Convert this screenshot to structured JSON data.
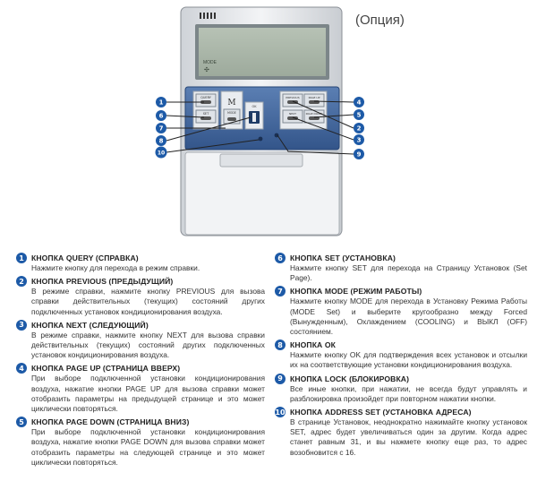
{
  "option_label": "(Опция)",
  "device": {
    "lcd_text": "MODE",
    "buttons": {
      "query": "QUERY",
      "set": "SET",
      "mode_m": "M",
      "mode": "MODE",
      "ok": "OK",
      "previous": "PREVIOUS",
      "page_up": "PAGE UP",
      "next": "NEXT",
      "page_down": "PAGE DOWN"
    },
    "callouts": [
      "1",
      "2",
      "3",
      "4",
      "5",
      "6",
      "7",
      "8",
      "9",
      "10"
    ]
  },
  "items": [
    {
      "num": "1",
      "title": "КНОПКА QUERY (СПРАВКА)",
      "desc": "Нажмите кнопку для перехода в режим справки."
    },
    {
      "num": "2",
      "title": "КНОПКА PREVIOUS (ПРЕДЫДУЩИЙ)",
      "desc": "В режиме справки, нажмите кнопку PREVIOUS для вызова справки действительных (текущих) состояний других подключенных установок кондиционирования воздуха."
    },
    {
      "num": "3",
      "title": "КНОПКА NEXT (СЛЕДУЮЩИЙ)",
      "desc": "В режиме справки, нажмите кнопку NEXT для вызова справки действительных (текущих) состояний других подключенных установок кондиционирования воздуха."
    },
    {
      "num": "4",
      "title": "КНОПКА PAGE UP (СТРАНИЦА ВВЕРХ)",
      "desc": "При выборе подключенной установки кондиционирования воздуха, нажатие кнопки PAGE UP для вызова справки может отобразить параметры на предыдущей странице и это может циклически повторяться."
    },
    {
      "num": "5",
      "title": "КНОПКА PAGE DOWN (СТРАНИЦА ВНИЗ)",
      "desc": "При выборе подключенной установки кондиционирования воздуха, нажатие кнопки PAGE DOWN для вызова справки может отобразить параметры на следующей странице и это может циклически повторяться."
    },
    {
      "num": "6",
      "title": "КНОПКА SET (УСТАНОВКА)",
      "desc": "Нажмите кнопку SET для перехода на Страницу Установок (Set Page)."
    },
    {
      "num": "7",
      "title": "КНОПКА MODE (РЕЖИМ РАБОТЫ)",
      "desc": "Нажмите кнопку MODE для перехода в Установку Режима Работы (MODE Set) и выберите кругообразно между Forced (Вынужденным), Охлаждением (COOLING) и ВЫКЛ (OFF) состоянием."
    },
    {
      "num": "8",
      "title": "КНОПКА ОК",
      "desc": "Нажмите кнопку OK для подтверждения всех установок и отсылки их на соответствующие установки кондиционирования воздуха."
    },
    {
      "num": "9",
      "title": "КНОПКА LOCK (БЛОКИРОВКА)",
      "desc": "Все иные кнопки, при нажатии, не всегда будут управлять и разблокировка произойдет при повторном нажатии кнопки."
    },
    {
      "num": "10",
      "title": "КНОПКА ADDRESS SET (УСТАНОВКА АДРЕСА)",
      "desc": "В странице Установок, неоднократно нажимайте кнопку установок SET, адрес будет увеличиваться один за другим. Когда адрес станет равным 31, и вы нажмете кнопку еще раз, то адрес возобновится с 16."
    }
  ]
}
